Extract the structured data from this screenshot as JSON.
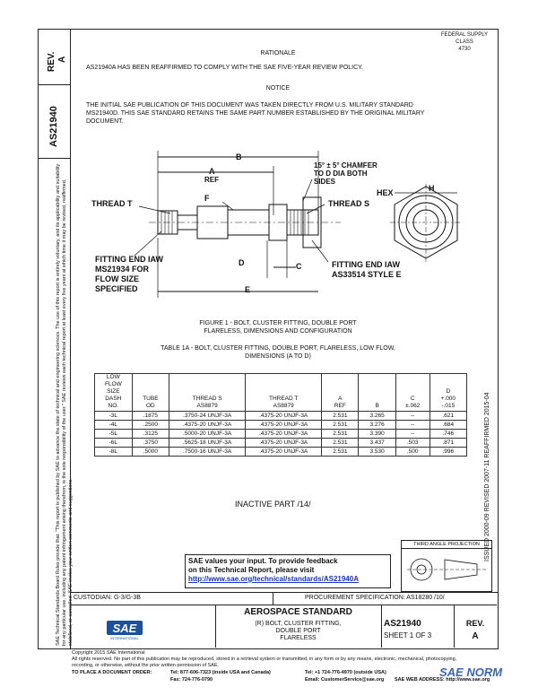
{
  "header": {
    "fed_class_lines": [
      "FEDERAL SUPPLY CLASS",
      "4730"
    ],
    "rev_label": "REV.",
    "rev_value": "A",
    "doc_number": "AS21940"
  },
  "side_text": {
    "line1": "SAE Technical Standards Board Rules provide that: \"This report is published by SAE to advance the state of technical and engineering sciences. The use of this report is entirely voluntary, and its applicability and suitability for any particular use, including any patent infringement arising therefrom, is the sole responsibility of the user.\"",
    "line2": "SAE reviews each technical report at least every five years at which time it may be revised, reaffirmed, stabilized, or cancelled. SAE invites your written comments and suggestions.",
    "right": "ISSUED 2000-09   REVISED 2007-11   REAFFIRMED 2015-04"
  },
  "rationale": {
    "title": "RATIONALE",
    "text": "AS21940A HAS BEEN REAFFIRMED TO COMPLY WITH THE SAE FIVE-YEAR REVIEW POLICY."
  },
  "notice": {
    "title": "NOTICE",
    "text_line1": "THE INITIAL SAE PUBLICATION OF THIS DOCUMENT WAS TAKEN DIRECTLY FROM U.S. MILITARY STANDARD",
    "text_line2": "MS21940D.  THIS SAE STANDARD RETAINS THE SAME PART NUMBER ESTABLISHED BY THE ORIGINAL MILITARY",
    "text_line3": "DOCUMENT."
  },
  "drawing": {
    "label_b": "B",
    "label_a": "A",
    "label_ref": "REF",
    "chamfer_line1": "15° ± 5° CHAMFER",
    "chamfer_line2": "TO D DIA BOTH",
    "chamfer_line3": "SIDES",
    "label_hex": "HEX",
    "label_h": "H",
    "label_f": "F",
    "thread_t": "THREAD T",
    "thread_s": "THREAD S",
    "label_d": "D",
    "label_c": "C",
    "label_e": "E",
    "fitting_left_line1": "FITTING END IAW",
    "fitting_left_line2": "MS21934 FOR",
    "fitting_left_line3": "FLOW SIZE",
    "fitting_left_line4": "SPECIFIED",
    "fitting_right_line1": "FITTING END IAW",
    "fitting_right_line2": "AS33514 STYLE E"
  },
  "figure": {
    "caption_line1": "FIGURE 1 - BOLT, CLUSTER FITTING, DOUBLE PORT",
    "caption_line2": "FLARELESS, DIMENSIONS AND CONFIGURATION"
  },
  "table": {
    "title_line1": "TABLE 1A - BOLT, CLUSTER FITTING, DOUBLE PORT, FLARELESS, LOW FLOW,",
    "title_line2": "DIMENSIONS (A TO D)",
    "headers": [
      [
        "LOW",
        "FLOW",
        "SIZE",
        "DASH",
        "NO."
      ],
      [
        "TUBE",
        "OD"
      ],
      [
        "THREAD S",
        "AS8879"
      ],
      [
        "THREAD T",
        "AS8879"
      ],
      [
        "A",
        "REF"
      ],
      [
        "B"
      ],
      [
        "C",
        "±.062"
      ],
      [
        "D",
        "+.000",
        "-.015"
      ]
    ],
    "rows": [
      [
        "-3L",
        ".1875",
        ".3750-24 UNJF-3A",
        ".4375-20 UNJF-3A",
        "2.531",
        "3.265",
        "--",
        ".621"
      ],
      [
        "-4L",
        ".2500",
        ".4375-20 UNJF-3A",
        ".4375-20 UNJF-3A",
        "2.531",
        "3.276",
        "--",
        ".684"
      ],
      [
        "-5L",
        ".3125",
        ".5000-20 UNJF-3A",
        ".4375-20 UNJF-3A",
        "2.531",
        "3.390",
        "--",
        ".746"
      ],
      [
        "-6L",
        ".3750",
        ".5625-18 UNJF-3A",
        ".4375-20 UNJF-3A",
        "2.531",
        "3.437",
        ".503",
        ".871"
      ],
      [
        "-8L",
        ".5000",
        ".7500-16 UNJF-3A",
        ".4375-20 UNJF-3A",
        "2.531",
        "3.530",
        ".500",
        ".996"
      ]
    ]
  },
  "inactive": "INACTIVE PART  /14/",
  "projection_label": "THIRD ANGLE PROJECTION",
  "feedback": {
    "line1": "SAE values your input. To provide feedback",
    "line2": "on this Technical Report, please visit",
    "link": "http://www.sae.org/technical/standards/AS21940A"
  },
  "title_block": {
    "custodian": "CUSTODIAN: G-3/G-3B",
    "procurement": "PROCUREMENT SPECIFICATION: AS18280 /10/",
    "heading": "AEROSPACE STANDARD",
    "desc_line1": "(R) BOLT, CLUSTER FITTING,",
    "desc_line2": "DOUBLE PORT",
    "desc_line3": "FLARELESS",
    "number": "AS21940",
    "sheet": "SHEET 1 OF 3",
    "rev_label": "REV.",
    "rev_value": "A",
    "logo_text": "SAE",
    "logo_sub": "INTERNATIONAL"
  },
  "footer": {
    "copyright": "Copyright 2015 SAE International",
    "rights_line1": "All rights reserved. No part of this publication may be reproduced, stored in a retrieval system or transmitted, in any form or by any means, electronic, mechanical, photocopying,",
    "rights_line2": "recording, or otherwise, without the prior written permission of SAE.",
    "order_label": "TO PLACE A DOCUMENT ORDER:",
    "tel": "Tel: 877-606-7323 (inside USA and Canada)",
    "tel2": "Tel: +1 724-776-4970 (outside USA)",
    "fax": "Fax: 724-776-0790",
    "email": "Email: CustomerService@sae.org",
    "web": "SAE WEB ADDRESS: http://www.sae.org",
    "watermark": "SAE NORM"
  }
}
